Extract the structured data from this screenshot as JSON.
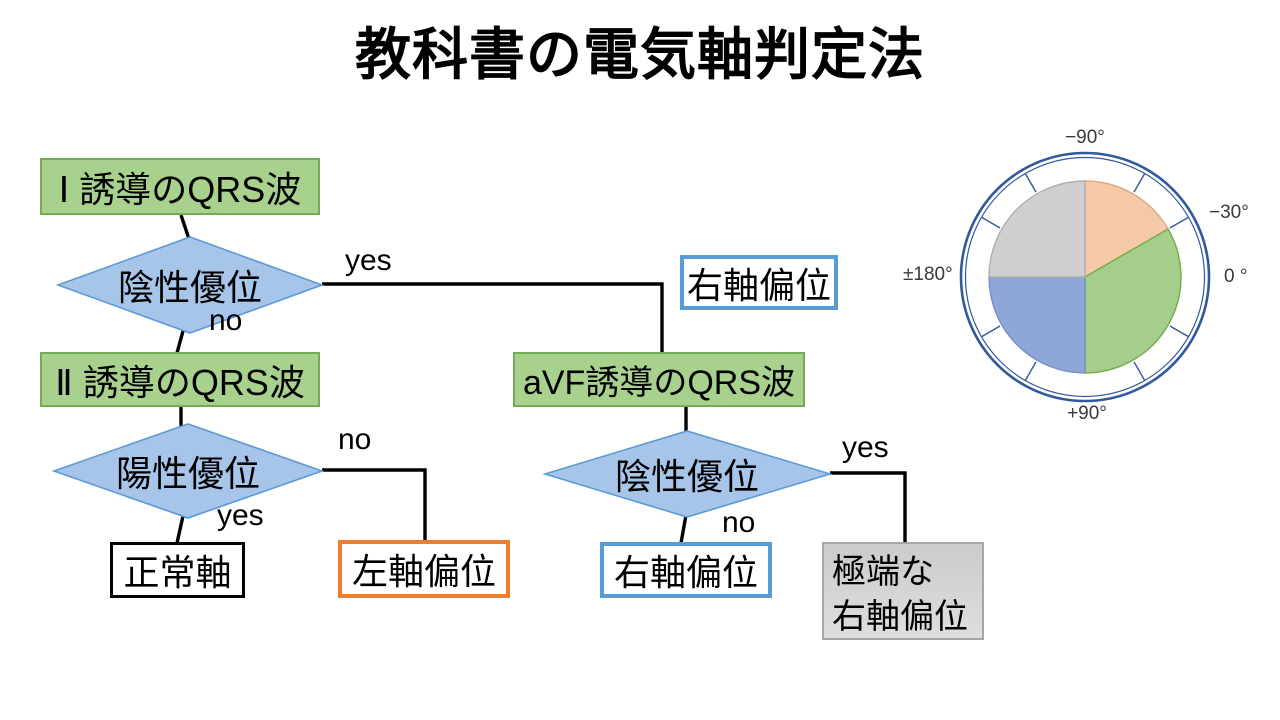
{
  "title": "教科書の電気軸判定法",
  "flowchart": {
    "node_lead1": "Ⅰ 誘導のQRS波",
    "node_negative1": "陰性優位",
    "node_lead2": "Ⅱ 誘導のQRS波",
    "node_positive": "陽性優位",
    "node_avf": "aVF誘導のQRS波",
    "node_negative2": "陰性優位",
    "outcome_normal": "正常軸",
    "outcome_left": "左軸偏位",
    "outcome_right_top": "右軸偏位",
    "outcome_right_bottom": "右軸偏位",
    "outcome_extreme_line1": "極端な",
    "outcome_extreme_line2": "右軸偏位",
    "label_yes1": "yes",
    "label_no1": "no",
    "label_no2": "no",
    "label_yes2": "yes",
    "label_yes3": "yes",
    "label_no3": "no"
  },
  "axis_dial": {
    "label_top": "−90°",
    "label_upper_right": "−30°",
    "label_right": "0 °",
    "label_left": "±180°",
    "label_bottom": "+90°",
    "sectors": [
      {
        "name": "left-axis-zone",
        "from_deg": -90,
        "to_deg": -30,
        "color": "#F5C9A8"
      },
      {
        "name": "normal-axis-zone",
        "from_deg": -30,
        "to_deg": 90,
        "color": "#A5CE8D"
      },
      {
        "name": "right-axis-zone",
        "from_deg": 90,
        "to_deg": 180,
        "color": "#8FA6D9"
      },
      {
        "name": "extreme-right-axis-zone",
        "from_deg": 180,
        "to_deg": 270,
        "color": "#CFCFCF"
      }
    ]
  },
  "colors": {
    "process_fill": "#A9D18E",
    "process_border": "#74AB54",
    "decision_fill": "#A7C4E9",
    "decision_border": "#5B9BD5",
    "outcome_left_border": "#ED7D31",
    "outcome_right_border": "#5B9BD5",
    "outcome_extreme_fill": "#D6D6D6",
    "connector": "#000000",
    "dial_ring": "#31599E"
  }
}
